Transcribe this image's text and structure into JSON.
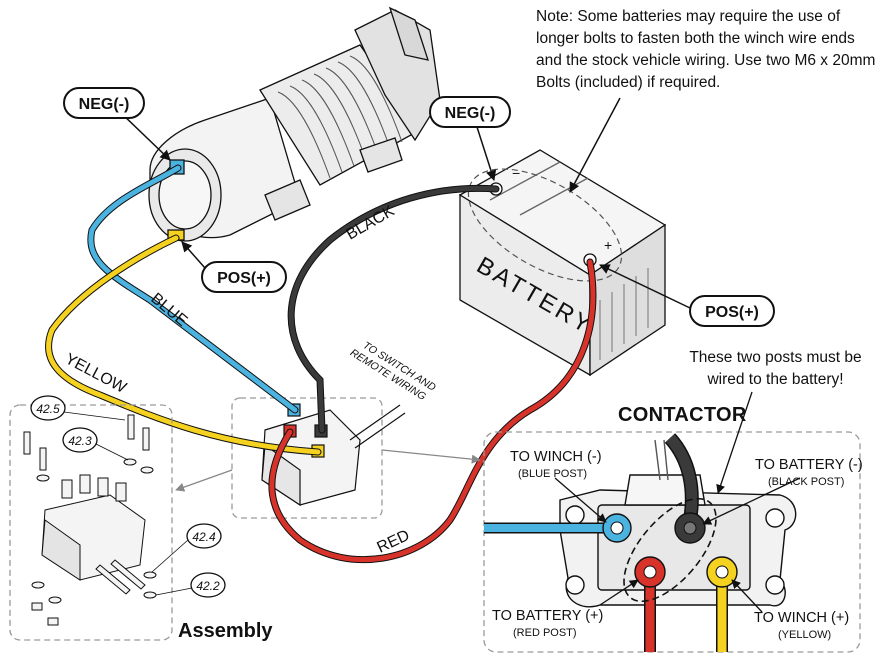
{
  "note_text": "Note: Some batteries may require the use of longer bolts to fasten both the winch wire ends and the stock vehicle wiring. Use two M6 x 20mm Bolts (included) if required.",
  "posts_note": "These two posts must be wired to the battery!",
  "callouts": {
    "winch_neg": "NEG(-)",
    "winch_pos": "POS(+)",
    "battery_neg": "NEG(-)",
    "battery_pos": "POS(+)"
  },
  "wires": {
    "blue": "BLUE",
    "yellow": "YELLOW",
    "black": "BLACK",
    "red": "RED"
  },
  "battery_label": "BATTERY",
  "switch_label_line1": "TO SWITCH AND",
  "switch_label_line2": "REMOTE WIRING",
  "contactor_title": "CONTACTOR",
  "assembly_title": "Assembly",
  "contactor_labels": {
    "to_winch_neg": "TO WINCH (-)",
    "blue_post": "(BLUE POST)",
    "to_battery_neg": "TO BATTERY (-)",
    "black_post": "(BLACK POST)",
    "to_battery_pos": "TO BATTERY (+)",
    "red_post": "(RED POST)",
    "to_winch_pos": "TO WINCH (+)",
    "yellow_post": "(YELLOW)"
  },
  "part_numbers": [
    "42.5",
    "42.3",
    "42.4",
    "42.2"
  ],
  "colors": {
    "blue_wire": "#4bb3e0",
    "yellow_wire": "#f4d21f",
    "red_wire": "#d8332b",
    "black_wire": "#3a3a3a",
    "outline": "#111111",
    "dashed_box": "#9a9a9a"
  }
}
